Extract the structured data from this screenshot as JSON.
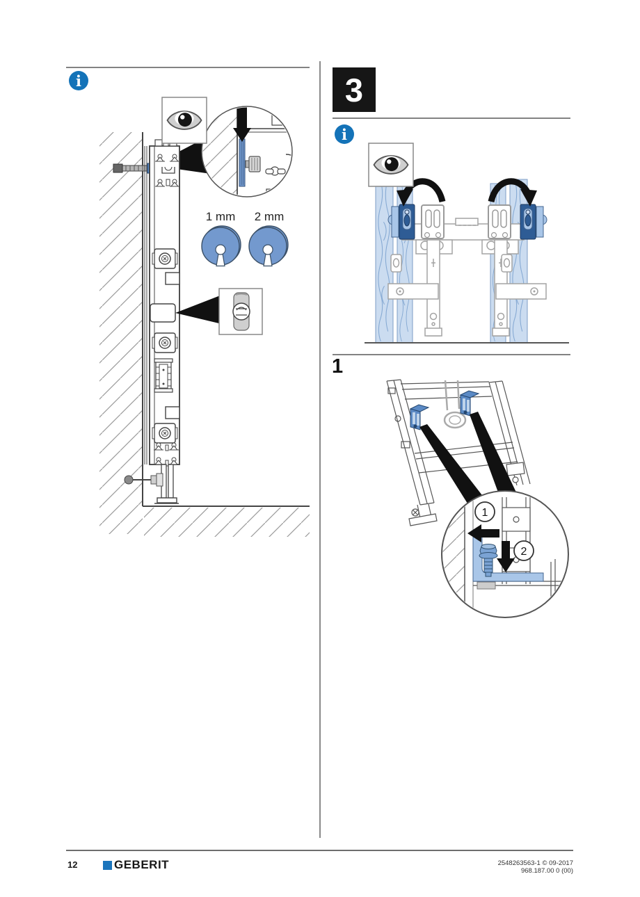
{
  "colors": {
    "info_blue": "#1473B8",
    "brand_blue": "#1B75BC",
    "shim_blue": "#7399CE",
    "wood_fill": "#CBDCF0",
    "wood_grain": "#84A8D2",
    "bracket_dark": "#2E5C95",
    "bracket_blue": "#5B8AC5",
    "bracket_light": "#A9C6E8"
  },
  "icons": {
    "info_glyph": "i"
  },
  "left_section": {
    "shim_small_label": "1 mm",
    "shim_large_label": "2 mm"
  },
  "right_section": {
    "step_badge": "3",
    "substep_label": "1",
    "callout_1": "1",
    "callout_2": "2"
  },
  "footer": {
    "page_number": "12",
    "brand": "GEBERIT",
    "doc_ref": "2548263563-1 © 09-2017",
    "doc_version": "968.187.00 0 (00)"
  }
}
